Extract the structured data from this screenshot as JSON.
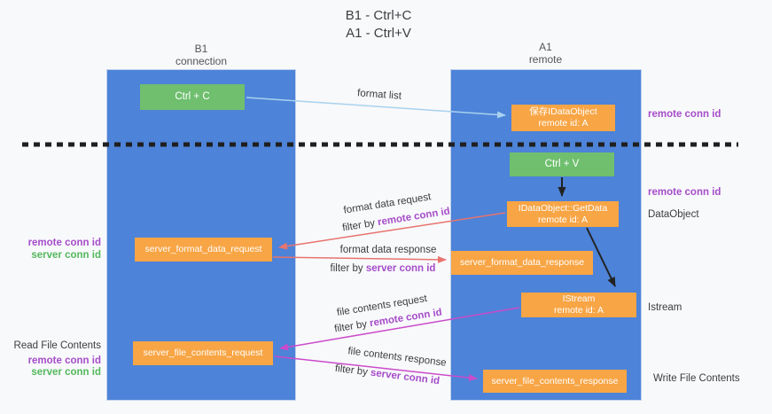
{
  "title": {
    "line1": "B1 - Ctrl+C",
    "line2": "A1 - Ctrl+V"
  },
  "columns": {
    "left": {
      "title": "B1",
      "subtitle": "connection"
    },
    "right": {
      "title": "A1",
      "subtitle": "remote"
    }
  },
  "nodes": {
    "ctrl_c": {
      "label": "Ctrl + C"
    },
    "ctrl_v": {
      "label": "Ctrl + V"
    },
    "save_dataobject": {
      "line1": "保存IDataObject",
      "line2": "remote id: A"
    },
    "getdata": {
      "line1": "IDataObject::GetData",
      "line2": "remote id: A"
    },
    "istream": {
      "line1": "IStream",
      "line2": "remote id: A"
    },
    "format_request": {
      "label": "server_format_data_request"
    },
    "format_response": {
      "label": "server_format_data_response"
    },
    "file_request": {
      "label": "server_file_contents_request"
    },
    "file_response": {
      "label": "server_file_contents_response"
    }
  },
  "left_labels": {
    "remote_conn_id_1": "remote conn id",
    "server_conn_id_1": "server conn id",
    "read_file_contents": "Read File Contents",
    "remote_conn_id_2": "remote conn id",
    "server_conn_id_2": "server conn id"
  },
  "right_labels": {
    "remote_conn_id_1": "remote conn id",
    "remote_conn_id_2": "remote conn id",
    "dataobject": "DataObject",
    "istream": "Istream",
    "write_file_contents": "Write File Contents"
  },
  "arrow_labels": {
    "format_list": "format list",
    "format_data_request": "format data request",
    "format_data_request_filter_prefix": "filter by ",
    "format_data_request_filter_key": "remote conn id",
    "format_data_response": "format data response",
    "format_data_response_filter_prefix": "filter by ",
    "format_data_response_filter_key": "server conn id",
    "file_contents_request": "file contents request",
    "file_contents_request_filter_prefix": "filter by ",
    "file_contents_request_filter_key": "remote conn id",
    "file_contents_response": "file contents response",
    "file_contents_response_filter_prefix": "filter by ",
    "file_contents_response_filter_key": "server conn id"
  },
  "colors": {
    "background": "#f8f9fb",
    "column_blue": "#4d83d8",
    "box_green": "#6fbf6e",
    "box_orange": "#f8a545",
    "accent_purple": "#a64dc9",
    "accent_green": "#53b85c",
    "arrow_salmon": "#e8736f",
    "arrow_magenta": "#cb4bcb",
    "arrow_lightblue": "#a8d2ee",
    "arrow_black": "#222222",
    "dashed_divider": "#1f1f1f"
  }
}
